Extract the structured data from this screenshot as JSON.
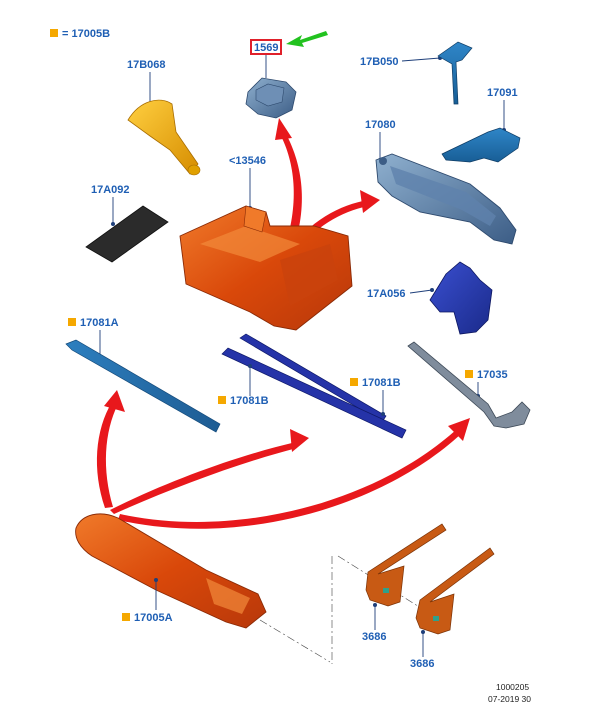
{
  "legend": {
    "text": "= 17005B",
    "marker_color": "#f5a800"
  },
  "callouts": {
    "p_1569": "1569",
    "p_17B068": "17B068",
    "p_17A092": "17A092",
    "p_13546": "<13546",
    "p_17B050": "17B050",
    "p_17091": "17091",
    "p_17080": "17080",
    "p_17A056": "17A056",
    "p_17081A": "17081A",
    "p_17081B_1": "17081B",
    "p_17081B_2": "17081B",
    "p_17035": "17035",
    "p_17005A": "17005A",
    "p_3686_1": "3686",
    "p_3686_2": "3686"
  },
  "footer": {
    "code": "1000205",
    "date": "07-2019 30"
  },
  "colors": {
    "label": "#1f5fb4",
    "marker": "#f5a800",
    "orange_part": "#e0560c",
    "arrow_red": "#e8181c",
    "arrow_green": "#22c21f",
    "highlight_box": "#e0202a",
    "steel_blue": "#4a6f9a",
    "rod_blue": "#2b77b6",
    "navy": "#1a2a9a"
  }
}
